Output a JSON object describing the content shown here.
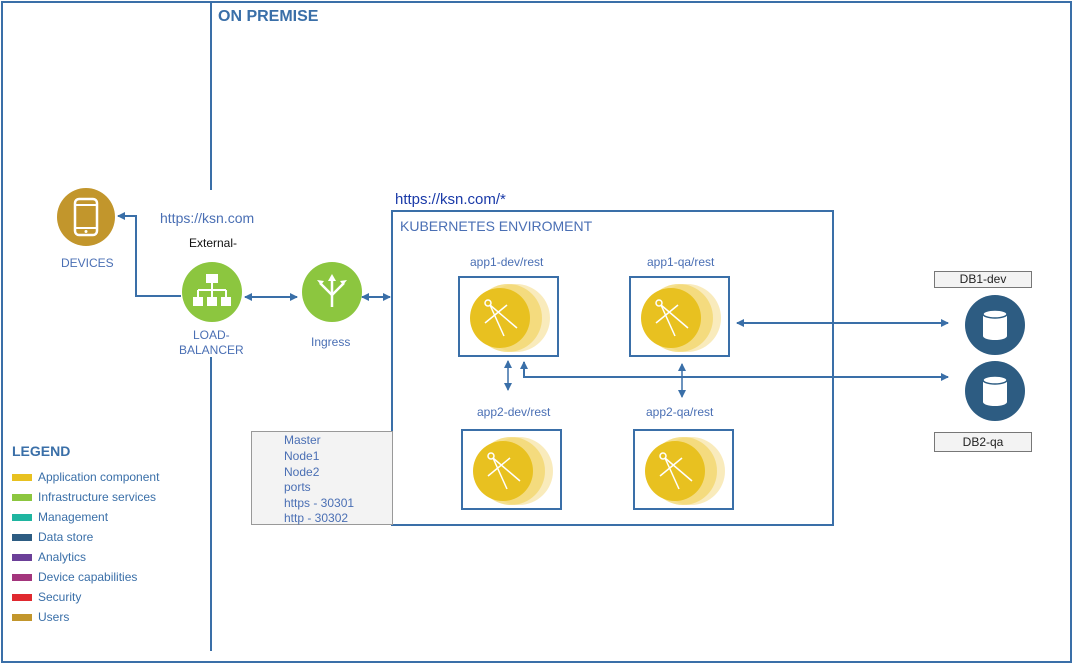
{
  "title": "ON PREMISE",
  "devices_label": "DEVICES",
  "lb_url": "https://ksn.com",
  "lb_external": "External-",
  "lb_label_1": "LOAD-",
  "lb_label_2": "BALANCER",
  "ingress_label": "Ingress",
  "k8s_url": "https://ksn.com/*",
  "k8s_title": "KUBERNETES ENVIROMENT",
  "apps": {
    "app1_dev": "app1-dev/rest",
    "app1_qa": "app1-qa/rest",
    "app2_dev": "app2-dev/rest",
    "app2_qa": "app2-qa/rest"
  },
  "info": {
    "lines": [
      "Master",
      "Node1",
      "Node2",
      "ports",
      "https - 30301",
      "http - 30302"
    ]
  },
  "db": {
    "db1": "DB1-dev",
    "db2": "DB2-qa"
  },
  "legend": {
    "title": "LEGEND",
    "items": [
      {
        "label": "Application component",
        "color": "#e8c120"
      },
      {
        "label": "Infrastructure services",
        "color": "#8cc63f"
      },
      {
        "label": "Management",
        "color": "#1fb5a0"
      },
      {
        "label": "Data store",
        "color": "#2d5c82"
      },
      {
        "label": "Analytics",
        "color": "#6b3f98"
      },
      {
        "label": "Device capabilities",
        "color": "#a3357c"
      },
      {
        "label": "Security",
        "color": "#e0292f"
      },
      {
        "label": "Users",
        "color": "#c2962c"
      }
    ]
  },
  "colors": {
    "border": "#3a6fa8",
    "infra_green": "#8cc63f",
    "app_yellow": "#e8c120",
    "db_blue": "#2d5c82",
    "user_gold": "#c2962c",
    "connector": "#3a6fa8"
  },
  "icons": {
    "devices": "phone-icon",
    "lb": "network-hierarchy-icon",
    "ingress": "ingress-fork-icon",
    "app": "compass-tool-icon",
    "db": "database-cylinder-icon"
  }
}
